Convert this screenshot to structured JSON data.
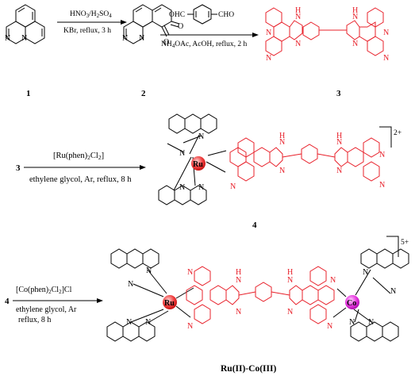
{
  "colors": {
    "ligand": "#e8202a",
    "black": "#000000",
    "ru": "#e8202a",
    "co": "#e81ed6"
  },
  "compounds": {
    "c1": "1",
    "c2": "2",
    "c3": "3",
    "c4": "4",
    "final": "Ru(II)-Co(III)"
  },
  "step1": {
    "line1": "HNO",
    "line2": "KBr, reflux, 3 h"
  },
  "step2": {
    "line1": "OHC",
    "cho": "CHO",
    "line2": "NH",
    "line2b": "OAc, AcOH, reflux, 2 h"
  },
  "step3": {
    "from": "3",
    "reagent_a": "[Ru(phen)",
    "reagent_b": "Cl",
    "line2": "ethylene glycol, Ar, reflux, 8 h"
  },
  "step4": {
    "from": "4",
    "reagent_a": "[Co(phen)",
    "reagent_b": "Cl",
    "reagent_c": "]Cl",
    "line2": "ethylene glycol, Ar",
    "line3": "reflux, 8 h"
  },
  "atoms": {
    "N": "N",
    "H": "H",
    "O": "O",
    "Ru": "Ru",
    "Co": "Co"
  },
  "charges": {
    "c4": "2+",
    "final": "5+"
  }
}
